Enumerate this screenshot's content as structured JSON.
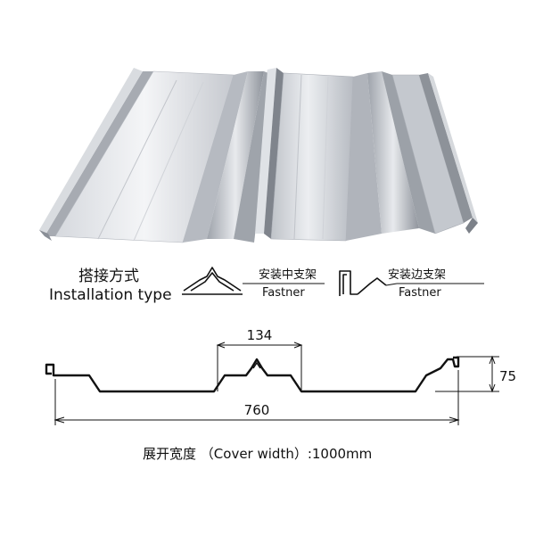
{
  "installation": {
    "title_cn": "搭接方式",
    "title_en": "Installation type"
  },
  "fasteners": [
    {
      "label_cn": "安装中支架",
      "label_en": "Fastner"
    },
    {
      "label_cn": "安装边支架",
      "label_en": "Fastner"
    }
  ],
  "dimensions": {
    "rib_width": "134",
    "height": "75",
    "cover_span": "760"
  },
  "cover": {
    "label_cn": "展开宽度",
    "label_en": "（Cover width）:1000mm"
  },
  "colors": {
    "sheet_light": "#f2f3f5",
    "sheet_mid": "#c9ccd2",
    "sheet_dark": "#8d929a",
    "line": "#111111"
  }
}
